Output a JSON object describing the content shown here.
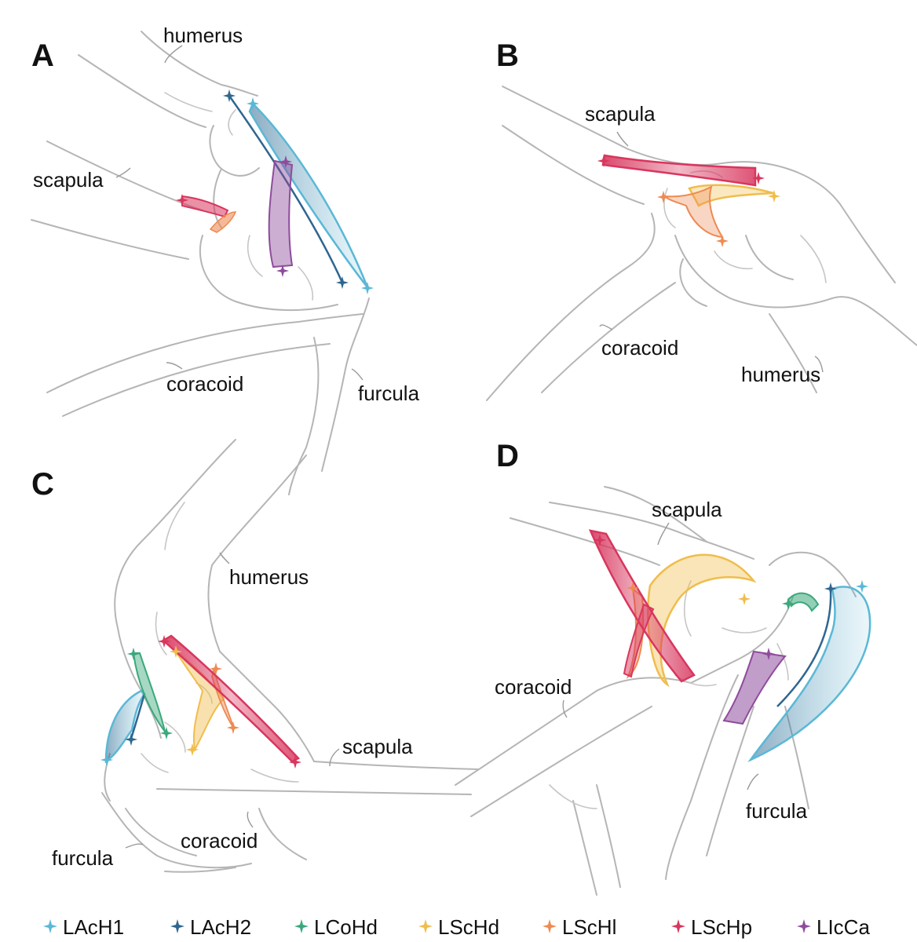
{
  "colors": {
    "LAcH1": "#5ab8d6",
    "LAcH2": "#2f6690",
    "LCoHd": "#3aa87c",
    "LScHd": "#f0bd4c",
    "LScHl": "#ee8a52",
    "LScHp": "#d8365e",
    "LIcCa": "#8e4c9c",
    "bone": "#b5b5b5"
  },
  "panels": [
    {
      "id": "A",
      "letter": "A",
      "labels": {
        "humerus": "humerus",
        "scapula": "scapula",
        "coracoid": "coracoid",
        "furcula": "furcula"
      }
    },
    {
      "id": "B",
      "letter": "B",
      "labels": {
        "scapula": "scapula",
        "coracoid": "coracoid",
        "humerus": "humerus"
      }
    },
    {
      "id": "C",
      "letter": "C",
      "labels": {
        "humerus": "humerus",
        "scapula": "scapula",
        "coracoid": "coracoid",
        "furcula": "furcula"
      }
    },
    {
      "id": "D",
      "letter": "D",
      "labels": {
        "scapula": "scapula",
        "coracoid": "coracoid",
        "furcula": "furcula"
      }
    }
  ],
  "legend": [
    {
      "key": "LAcH1",
      "label": "LAcH1"
    },
    {
      "key": "LAcH2",
      "label": "LAcH2"
    },
    {
      "key": "LCoHd",
      "label": "LCoHd"
    },
    {
      "key": "LScHd",
      "label": "LScHd"
    },
    {
      "key": "LScHl",
      "label": "LScHl"
    },
    {
      "key": "LScHp",
      "label": "LScHp"
    },
    {
      "key": "LIcCa",
      "label": "LIcCa"
    }
  ]
}
